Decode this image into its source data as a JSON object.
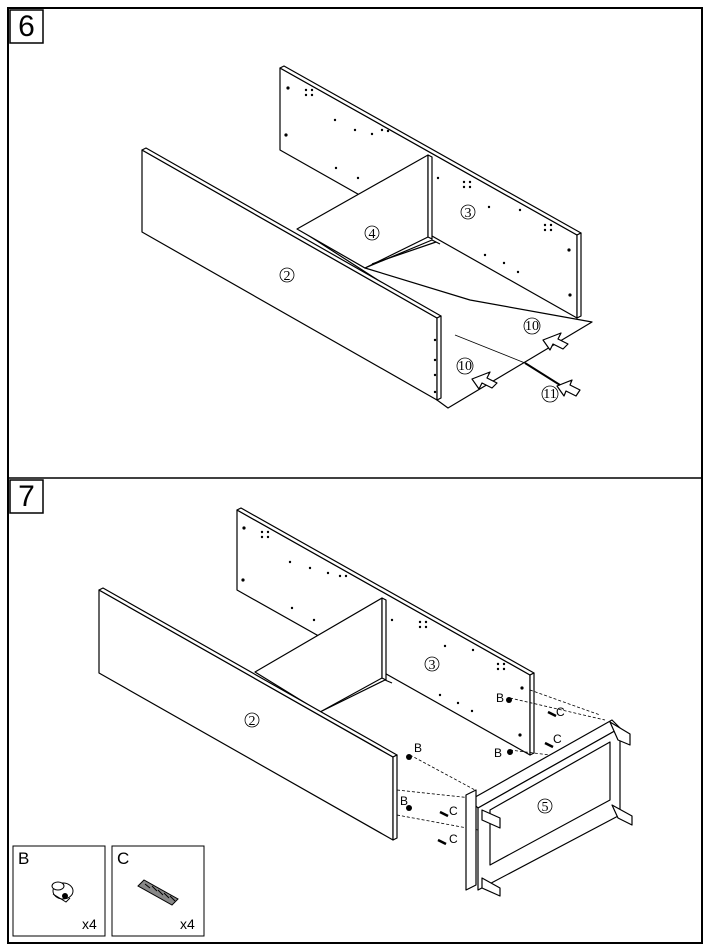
{
  "steps": [
    {
      "number": "6",
      "labels": {
        "part_2": "2",
        "part_3": "3",
        "part_4": "4",
        "part_10a": "10",
        "part_10b": "10",
        "part_11": "11"
      }
    },
    {
      "number": "7",
      "labels": {
        "part_2": "2",
        "part_3": "3",
        "part_5": "5",
        "b1": "B",
        "b2": "B",
        "b3": "B",
        "b4": "B",
        "c1": "C",
        "c2": "C",
        "c3": "C",
        "c4": "C"
      }
    }
  ],
  "hardware": [
    {
      "letter": "B",
      "quantity": "x4",
      "icon": "cam-lock-icon"
    },
    {
      "letter": "C",
      "quantity": "x4",
      "icon": "wooden-dowel-icon"
    }
  ]
}
